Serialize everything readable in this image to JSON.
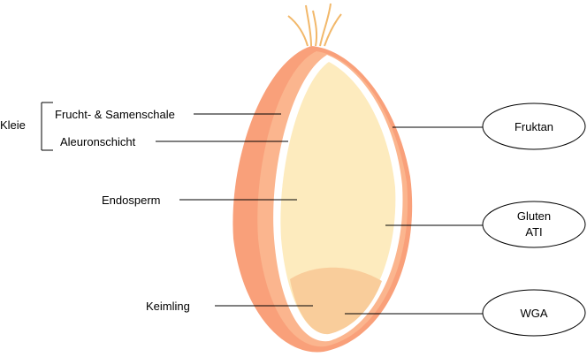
{
  "labels": {
    "bran_group": "Kleie",
    "pericarp": "Frucht- & Samenschale",
    "aleurone": "Aleuronschicht",
    "endosperm": "Endosperm",
    "germ": "Keimling"
  },
  "components": {
    "fructan": "Fruktan",
    "gluten_line1": "Gluten",
    "gluten_line2": "ATI",
    "wga": "WGA"
  },
  "colors": {
    "outer_shell": "#f9a07a",
    "mid_shell": "#fbb58e",
    "aleurone_layer": "#ffffff",
    "endosperm_fill": "#fdebbe",
    "germ_fill": "#f9cd9b",
    "hair": "#f2b86a"
  }
}
